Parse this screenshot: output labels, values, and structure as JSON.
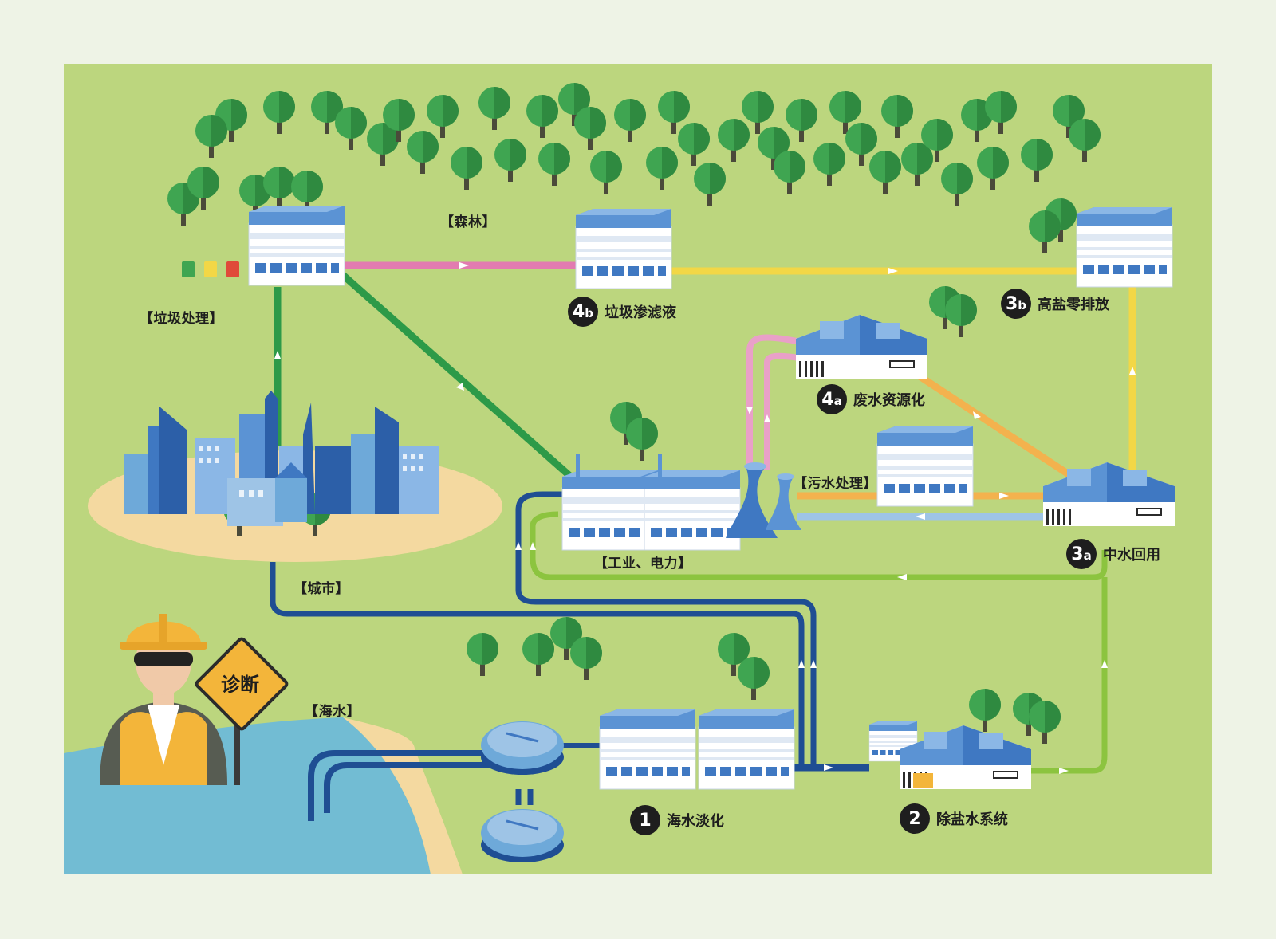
{
  "labels": {
    "forest": "【森林】",
    "garbage": "【垃圾处理】",
    "city": "【城市】",
    "seawater": "【海水】",
    "industry": "【工业、电力】",
    "sewage": "【污水处理】"
  },
  "steps": [
    {
      "num": "1",
      "sub": "",
      "text": "海水淡化"
    },
    {
      "num": "2",
      "sub": "",
      "text": "除盐水系统"
    },
    {
      "num": "3",
      "sub": "a",
      "text": "中水回用"
    },
    {
      "num": "3",
      "sub": "b",
      "text": "高盐零排放"
    },
    {
      "num": "4",
      "sub": "a",
      "text": "废水资源化"
    },
    {
      "num": "4",
      "sub": "b",
      "text": "垃圾渗滤液"
    }
  ],
  "sign_text": "诊断",
  "colors": {
    "background_map": "#bcd67e",
    "sea": "#72bcd3",
    "sand": "#f4d9a0",
    "pipe_blue": "#1f4e93",
    "pipe_green_dark": "#2d9a48",
    "pipe_green_light": "#8cc43f",
    "pipe_pink": "#e27bb0",
    "pipe_yellow": "#f2d746",
    "pipe_orange": "#f3b24e",
    "pipe_lightblue": "#9ec4e6",
    "building_roof": "#5b93d4",
    "tree": "#3fa551"
  },
  "icons": [
    "tree-icon",
    "factory-building-icon",
    "recycle-bin-icon",
    "cooling-tower-icon",
    "clarifier-tank-icon",
    "worker-icon",
    "warning-sign-icon",
    "flow-arrow-icon"
  ]
}
